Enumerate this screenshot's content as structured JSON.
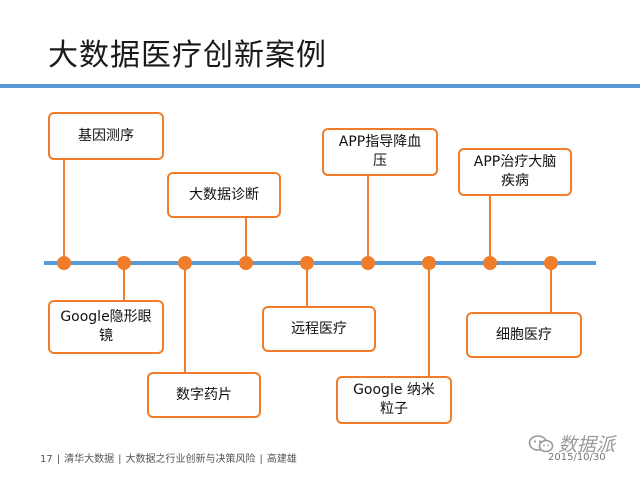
{
  "slide": {
    "title": "大数据医疗创新案例",
    "page_number": "17",
    "footer_parts": [
      "清华大数据",
      "大数据之行业创新与决策风险",
      "高建雄"
    ],
    "date": "2015/10/30",
    "watermark": "数据派"
  },
  "colors": {
    "accent_line": "#5b9bd5",
    "node_orange": "#f07d2a"
  },
  "timeline": {
    "above": [
      {
        "label": "基因测序"
      },
      {
        "label": "大数据诊断"
      },
      {
        "label": "APP指导降血压"
      },
      {
        "label": "APP治疗大脑疾病"
      }
    ],
    "below": [
      {
        "label": "Google隐形眼镜"
      },
      {
        "label": "数字药片"
      },
      {
        "label": "远程医疗"
      },
      {
        "label": "Google 纳米粒子"
      },
      {
        "label": "细胞医疗"
      }
    ]
  }
}
